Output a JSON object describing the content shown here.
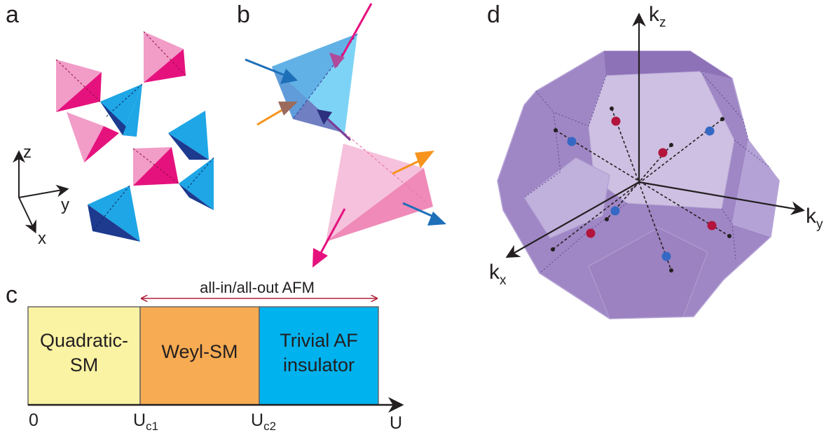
{
  "panels": {
    "a": "a",
    "b": "b",
    "c": "c",
    "d": "d"
  },
  "panel_a": {
    "axes": {
      "z": "z",
      "y": "y",
      "x": "x"
    }
  },
  "panel_c": {
    "range_label": "all-in/all-out AFM",
    "phases": [
      {
        "line1": "Quadratic-",
        "line2": "SM",
        "color": "#faf3a3"
      },
      {
        "line1": "Weyl-SM",
        "line2": "",
        "color": "#f7ab52"
      },
      {
        "line1": "Trivial AF",
        "line2": "insulator",
        "color": "#00b2ee"
      }
    ],
    "ticks": {
      "zero": "0",
      "uc1_base": "U",
      "uc1_sub": "c1",
      "uc2_base": "U",
      "uc2_sub": "c2",
      "axis": "U"
    }
  },
  "panel_d": {
    "axes": {
      "kx_base": "k",
      "kx_sub": "x",
      "ky_base": "k",
      "ky_sub": "y",
      "kz_base": "k",
      "kz_sub": "z"
    }
  },
  "colors": {
    "pink_light": "#f29cc8",
    "pink_dark": "#e5127e",
    "blue_light": "#1ea6e6",
    "blue_dark": "#1d3a8f",
    "orange": "#f7941d",
    "purple_face": "#9c82c0",
    "weyl_red": "#b3143c",
    "weyl_blue": "#3568c4",
    "range_arrow": "#b1213b"
  }
}
